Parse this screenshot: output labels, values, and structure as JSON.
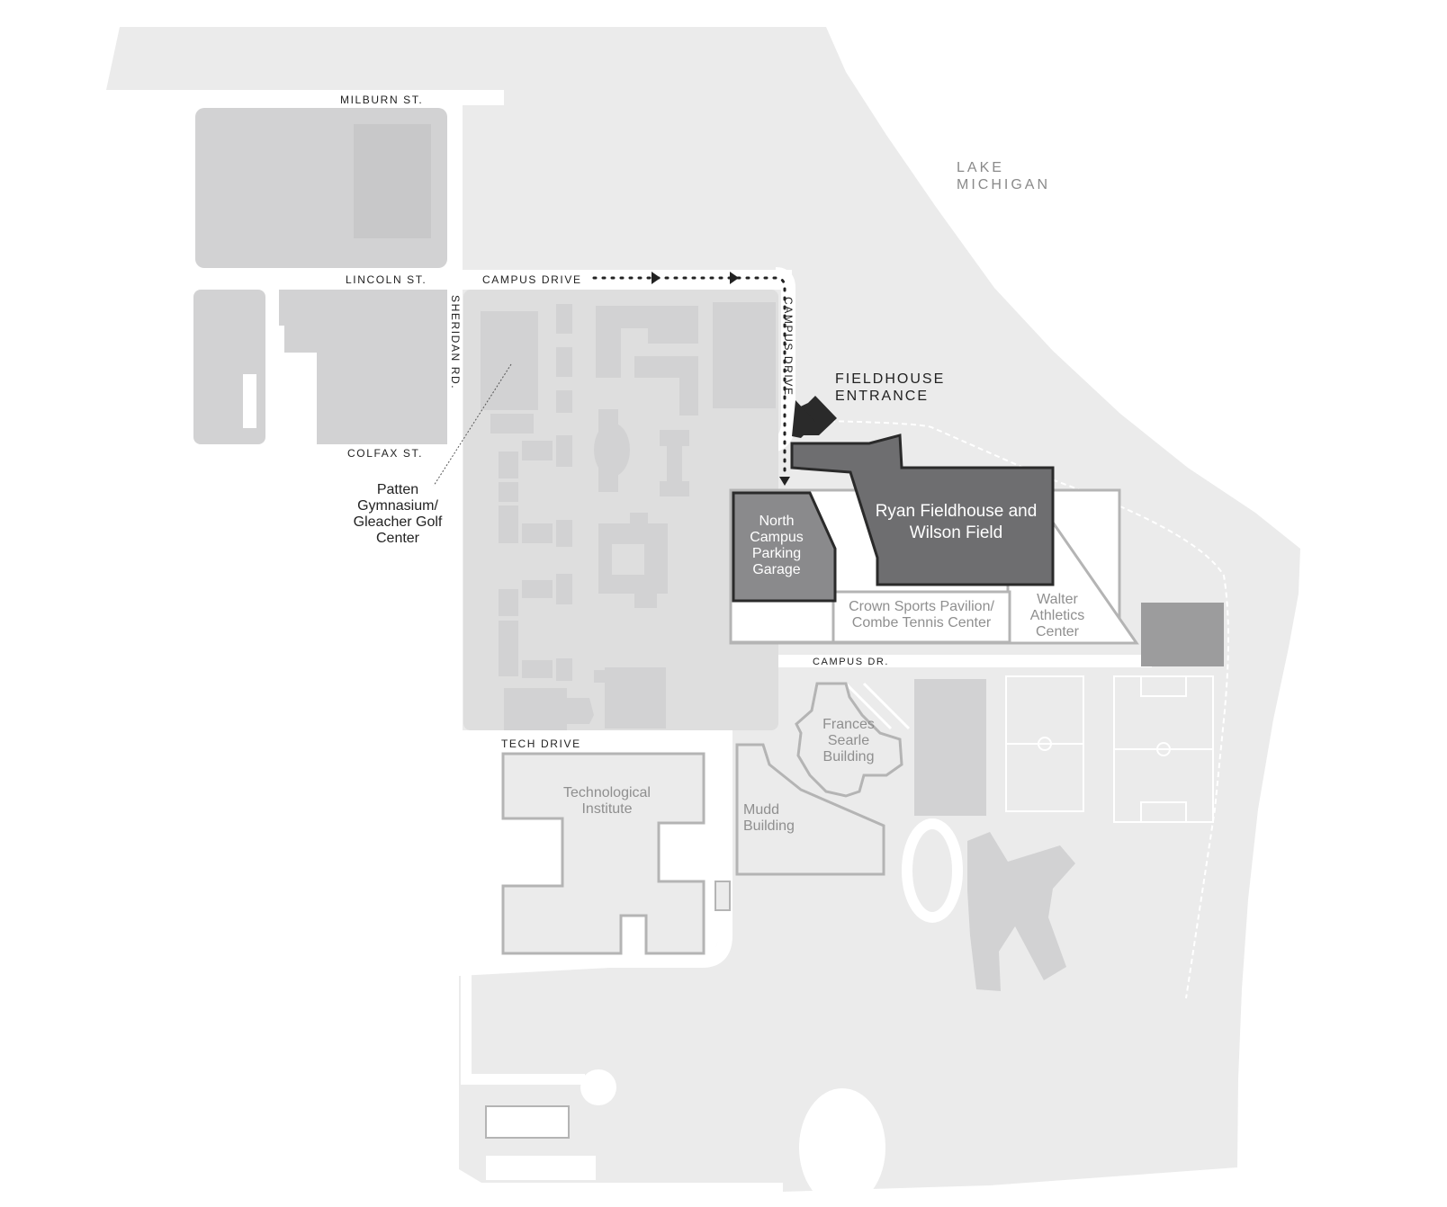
{
  "map": {
    "water": {
      "name_line1": "LAKE",
      "name_line2": "MICHIGAN"
    },
    "streets": {
      "milburn": "MILBURN ST.",
      "lincoln": "LINCOLN ST.",
      "colfax": "COLFAX ST.",
      "sheridan": "SHERIDAN RD.",
      "campus_drive_top": "CAMPUS DRIVE",
      "campus_drive_vertical": "CAMPUS DRIVE",
      "campus_dr": "CAMPUS DR.",
      "tech_drive": "TECH DRIVE"
    },
    "entrance": {
      "line1": "FIELDHOUSE",
      "line2": "ENTRANCE"
    },
    "buildings": {
      "ryan": "Ryan Fieldhouse and Wilson Field",
      "garage": "North Campus Parking Garage",
      "crown": "Crown Sports Pavilion/ Combe Tennis Center",
      "walter": "Walter Athletics Center",
      "patten": "Patten Gymnasium/ Gleacher Golf Center",
      "frances": "Frances Searle Building",
      "mudd": "Mudd Building",
      "tech": "Technological Institute"
    },
    "colors": {
      "land": "#ebebeb",
      "building": "#d2d2d3",
      "highlight_dark": "#6e6e70",
      "highlight_medium": "#8a8a8c",
      "outline": "#b4b4b4",
      "text": "#222222"
    }
  }
}
